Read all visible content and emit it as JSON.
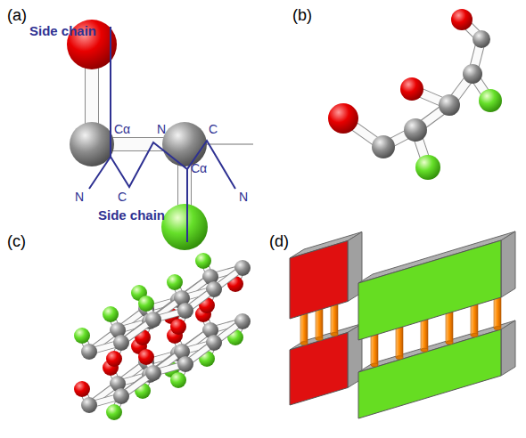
{
  "diagram": {
    "labels": [
      "(a)",
      "Side chain",
      "Cα",
      "N",
      "C",
      "N",
      "C",
      "Cα",
      "N",
      "Side chain",
      "(b)",
      "(c)",
      "(d)"
    ]
  }
}
